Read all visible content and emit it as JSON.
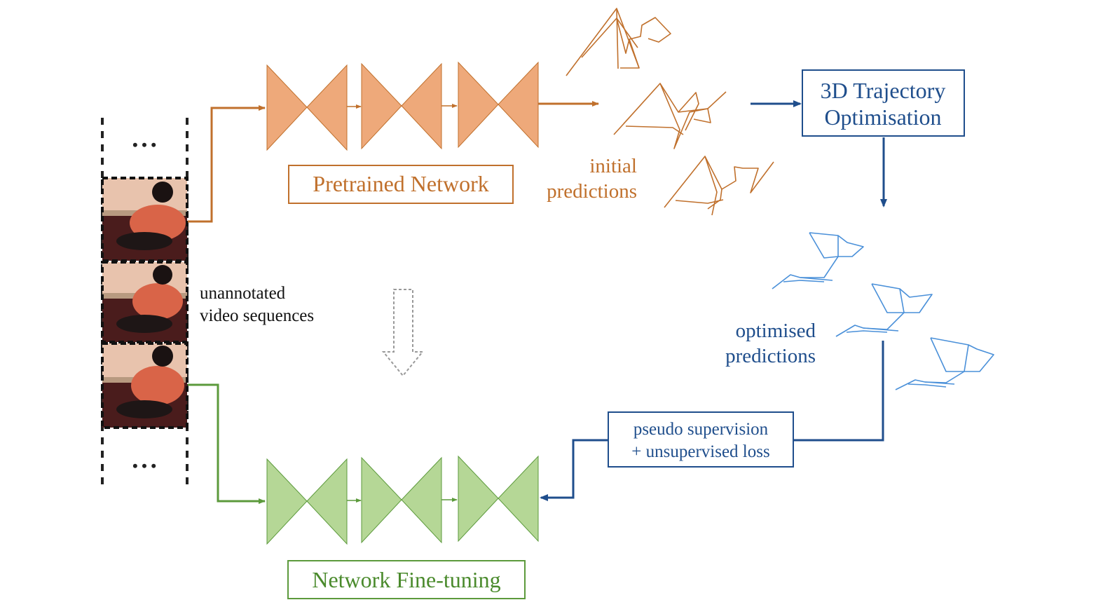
{
  "colors": {
    "orange": "#c0702c",
    "orange_fill": "#eea97a",
    "green": "#5c9a3c",
    "green_fill": "#b5d796",
    "blue": "#1f4e8c",
    "skeleton_blue": "#4a90d9",
    "gray_dash": "#999999",
    "film_border": "#222222"
  },
  "labels": {
    "film_dots_top": "• • •",
    "film_dots_bottom": "• • •",
    "input_line1": "unannotated",
    "input_line2": "video sequences",
    "pretrained": "Pretrained Network",
    "finetune": "Network Fine-tuning",
    "initial_line1": "initial",
    "initial_line2": "predictions",
    "trajectory_line1": "3D Trajectory",
    "trajectory_line2": "Optimisation",
    "optimised_line1": "optimised",
    "optimised_line2": "predictions",
    "loss_line1": "pseudo supervision",
    "loss_line2": "+ unsupervised loss"
  },
  "icons": {
    "video_frame": "person-back-image",
    "pose_skeleton": "pose-skeleton-icon",
    "hourglass": "hourglass-network-icon"
  }
}
